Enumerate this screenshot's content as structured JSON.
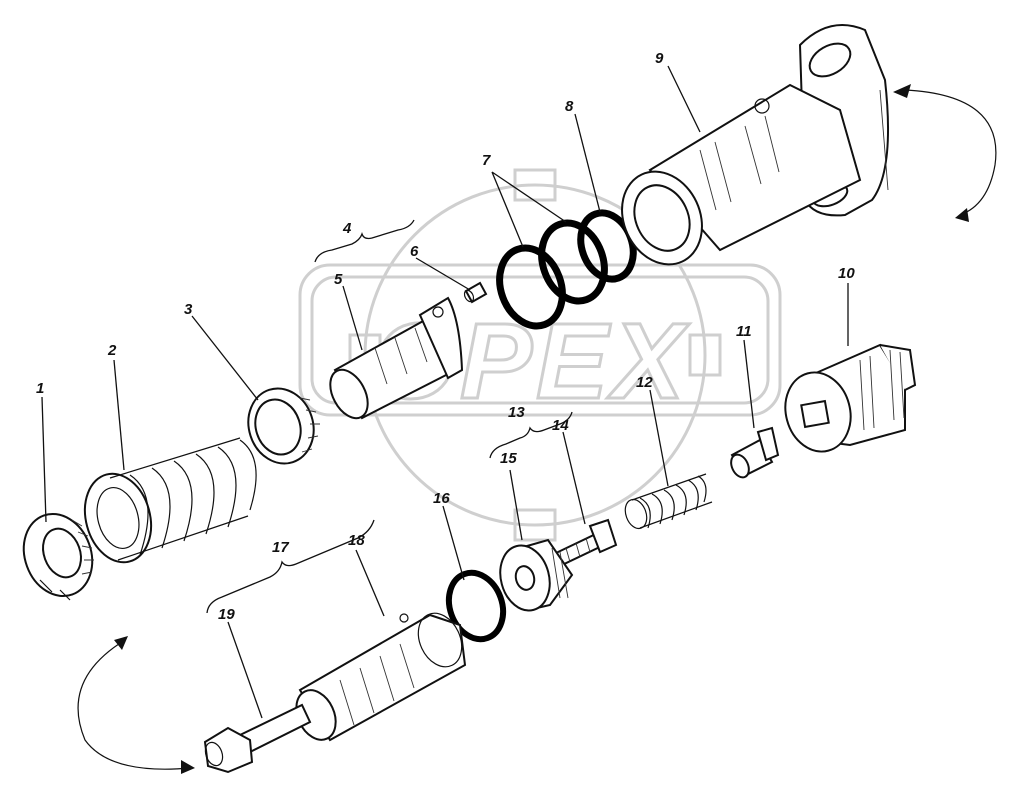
{
  "watermark": {
    "text": "OPEX"
  },
  "callouts": [
    {
      "id": "1",
      "label": "1"
    },
    {
      "id": "2",
      "label": "2"
    },
    {
      "id": "3",
      "label": "3"
    },
    {
      "id": "4",
      "label": "4"
    },
    {
      "id": "5",
      "label": "5"
    },
    {
      "id": "6",
      "label": "6"
    },
    {
      "id": "7",
      "label": "7"
    },
    {
      "id": "8",
      "label": "8"
    },
    {
      "id": "9",
      "label": "9"
    },
    {
      "id": "10",
      "label": "10"
    },
    {
      "id": "11",
      "label": "11"
    },
    {
      "id": "12",
      "label": "12"
    },
    {
      "id": "13",
      "label": "13"
    },
    {
      "id": "14",
      "label": "14"
    },
    {
      "id": "15",
      "label": "15"
    },
    {
      "id": "16",
      "label": "16"
    },
    {
      "id": "17",
      "label": "17"
    },
    {
      "id": "18",
      "label": "18"
    },
    {
      "id": "19",
      "label": "19"
    }
  ]
}
